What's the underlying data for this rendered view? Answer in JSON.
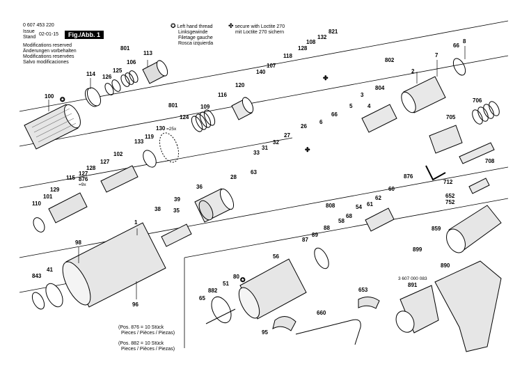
{
  "header": {
    "doc_number": "0 607 453 220",
    "issue_label": "Issue",
    "stand_label": "Stand",
    "issue_date": "02-01-15",
    "fig_label": "Fig./Abb. 1",
    "modifications": [
      "Modifications reserved",
      "Änderungen vorbehalten",
      "Modifications reservées",
      "Salvo modificaciones"
    ]
  },
  "legend": {
    "left_hand_icon": "gear-symbol-icon",
    "left_hand_lines": [
      "Left hand thread",
      "Linksgewinde",
      "Filetage gauche",
      "Rosca izquierda"
    ],
    "loctite_icon": "cross-flower-icon",
    "loctite_lines": [
      "secure with Loctite 270",
      "mit Loctite 270 sichern"
    ]
  },
  "footnotes": {
    "note_876": [
      "(Pos. 876 = 10 Stück",
      "Pieces / Pièces / Piezas)"
    ],
    "note_882": [
      "(Pos. 882 = 10 Stück",
      "Pieces / Pièces / Piezas)"
    ]
  },
  "part_labels": {
    "p100": "100",
    "p114": "114",
    "p801a": "801",
    "p126": "126",
    "p125": "125",
    "p106": "106",
    "p113": "113",
    "p801b": "801",
    "p109": "109",
    "p124": "124",
    "p116": "116",
    "p120": "120",
    "p140": "140",
    "p107": "107",
    "p118": "118",
    "p128a": "128",
    "p108": "108",
    "p132": "132",
    "p821": "821",
    "p802": "802",
    "p7": "7",
    "p66a": "66",
    "p8": "8",
    "p2": "2",
    "p804": "804",
    "p3": "3",
    "p4": "4",
    "p5": "5",
    "p66b": "66",
    "p6": "6",
    "p705": "705",
    "p706": "706",
    "p708": "708",
    "p712": "712",
    "p652": "652",
    "p752": "752",
    "p130": "130",
    "p130note": "=25x",
    "p119": "119",
    "p133": "133",
    "p102": "102",
    "p127a": "127",
    "p128b": "128",
    "p127b": "127",
    "p876a": "876",
    "p876note": "=9x",
    "p115": "115",
    "p129": "129",
    "p101": "101",
    "p110": "110",
    "p33": "33",
    "p31": "31",
    "p32": "32",
    "p27": "27",
    "p26": "26",
    "p28": "28",
    "p63": "63",
    "p36": "36",
    "p39": "39",
    "p38": "38",
    "p35": "35",
    "p1": "1",
    "p98": "98",
    "p843": "843",
    "p41": "41",
    "p96": "96",
    "p876b": "876",
    "p60": "60",
    "p62": "62",
    "p61": "61",
    "p808": "808",
    "p54": "54",
    "p58": "58",
    "p68": "68",
    "p88": "88",
    "p89": "89",
    "p87": "87",
    "p56": "56",
    "p80": "80",
    "p51": "51",
    "p882": "882",
    "p65": "65",
    "p859": "859",
    "p899": "899",
    "p890": "890",
    "p891": "891",
    "p653": "653",
    "p660": "660",
    "p95": "95",
    "p_accessory_no": "3 607 000 083"
  }
}
